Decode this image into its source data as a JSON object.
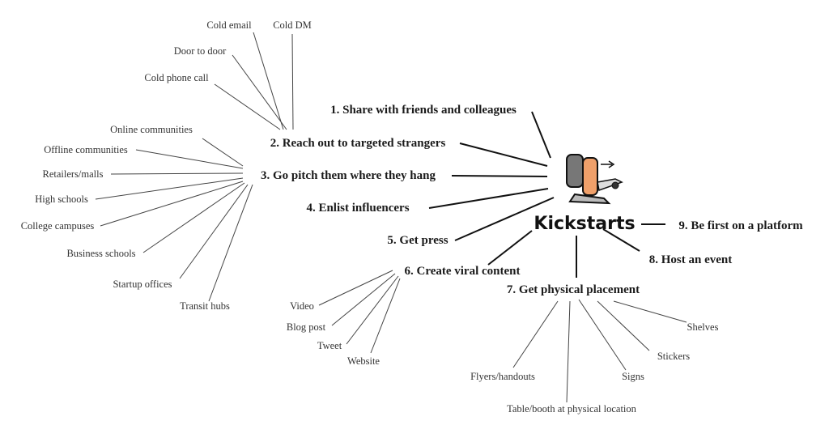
{
  "center": {
    "label": "Kickstarts",
    "icon": "kick-scooter-icon"
  },
  "branches": [
    {
      "label": "1. Share with friends and colleagues",
      "leaves": []
    },
    {
      "label": "2. Reach out to targeted strangers",
      "leaves": [
        "Cold email",
        "Cold DM",
        "Door to door",
        "Cold phone call"
      ]
    },
    {
      "label": "3. Go pitch them where they hang",
      "leaves": [
        "Online communities",
        "Offline communities",
        "Retailers/malls",
        "High schools",
        "College campuses",
        "Business schools",
        "Startup offices",
        "Transit hubs"
      ]
    },
    {
      "label": "4. Enlist influencers",
      "leaves": []
    },
    {
      "label": "5. Get press",
      "leaves": []
    },
    {
      "label": "6. Create viral content",
      "leaves": [
        "Video",
        "Blog post",
        "Tweet",
        "Website"
      ]
    },
    {
      "label": "7. Get physical placement",
      "leaves": [
        "Flyers/handouts",
        "Table/booth at physical location",
        "Signs",
        "Stickers",
        "Shelves"
      ]
    },
    {
      "label": "8. Host an event",
      "leaves": []
    },
    {
      "label": "9. Be first on a platform",
      "leaves": []
    }
  ],
  "colors": {
    "accent": "#f0a06a",
    "line": "#111111"
  }
}
